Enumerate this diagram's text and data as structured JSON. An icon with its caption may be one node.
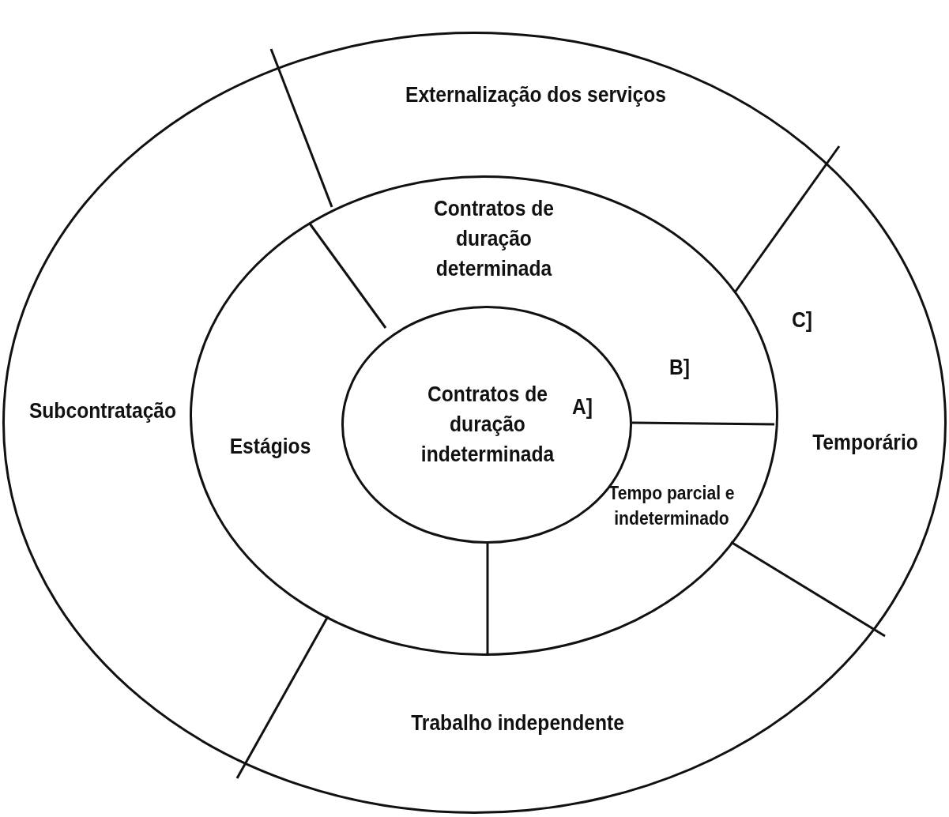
{
  "diagram": {
    "nodes": [
      {
        "text": [
          "C]"
        ]
      },
      {
        "text": [
          "B]"
        ],
        "in": 0
      },
      {
        "text": [
          "Contratos de duração indeterminada",
          "A]"
        ],
        "in": 1
      }
    ],
    "labels": [
      "Externalização dos serviços",
      "Contratos de duração determinada",
      "Subcontratação",
      "Estágios",
      "Temporário",
      "Tempo parcial e indeterminado",
      "Trabalho independente"
    ]
  }
}
